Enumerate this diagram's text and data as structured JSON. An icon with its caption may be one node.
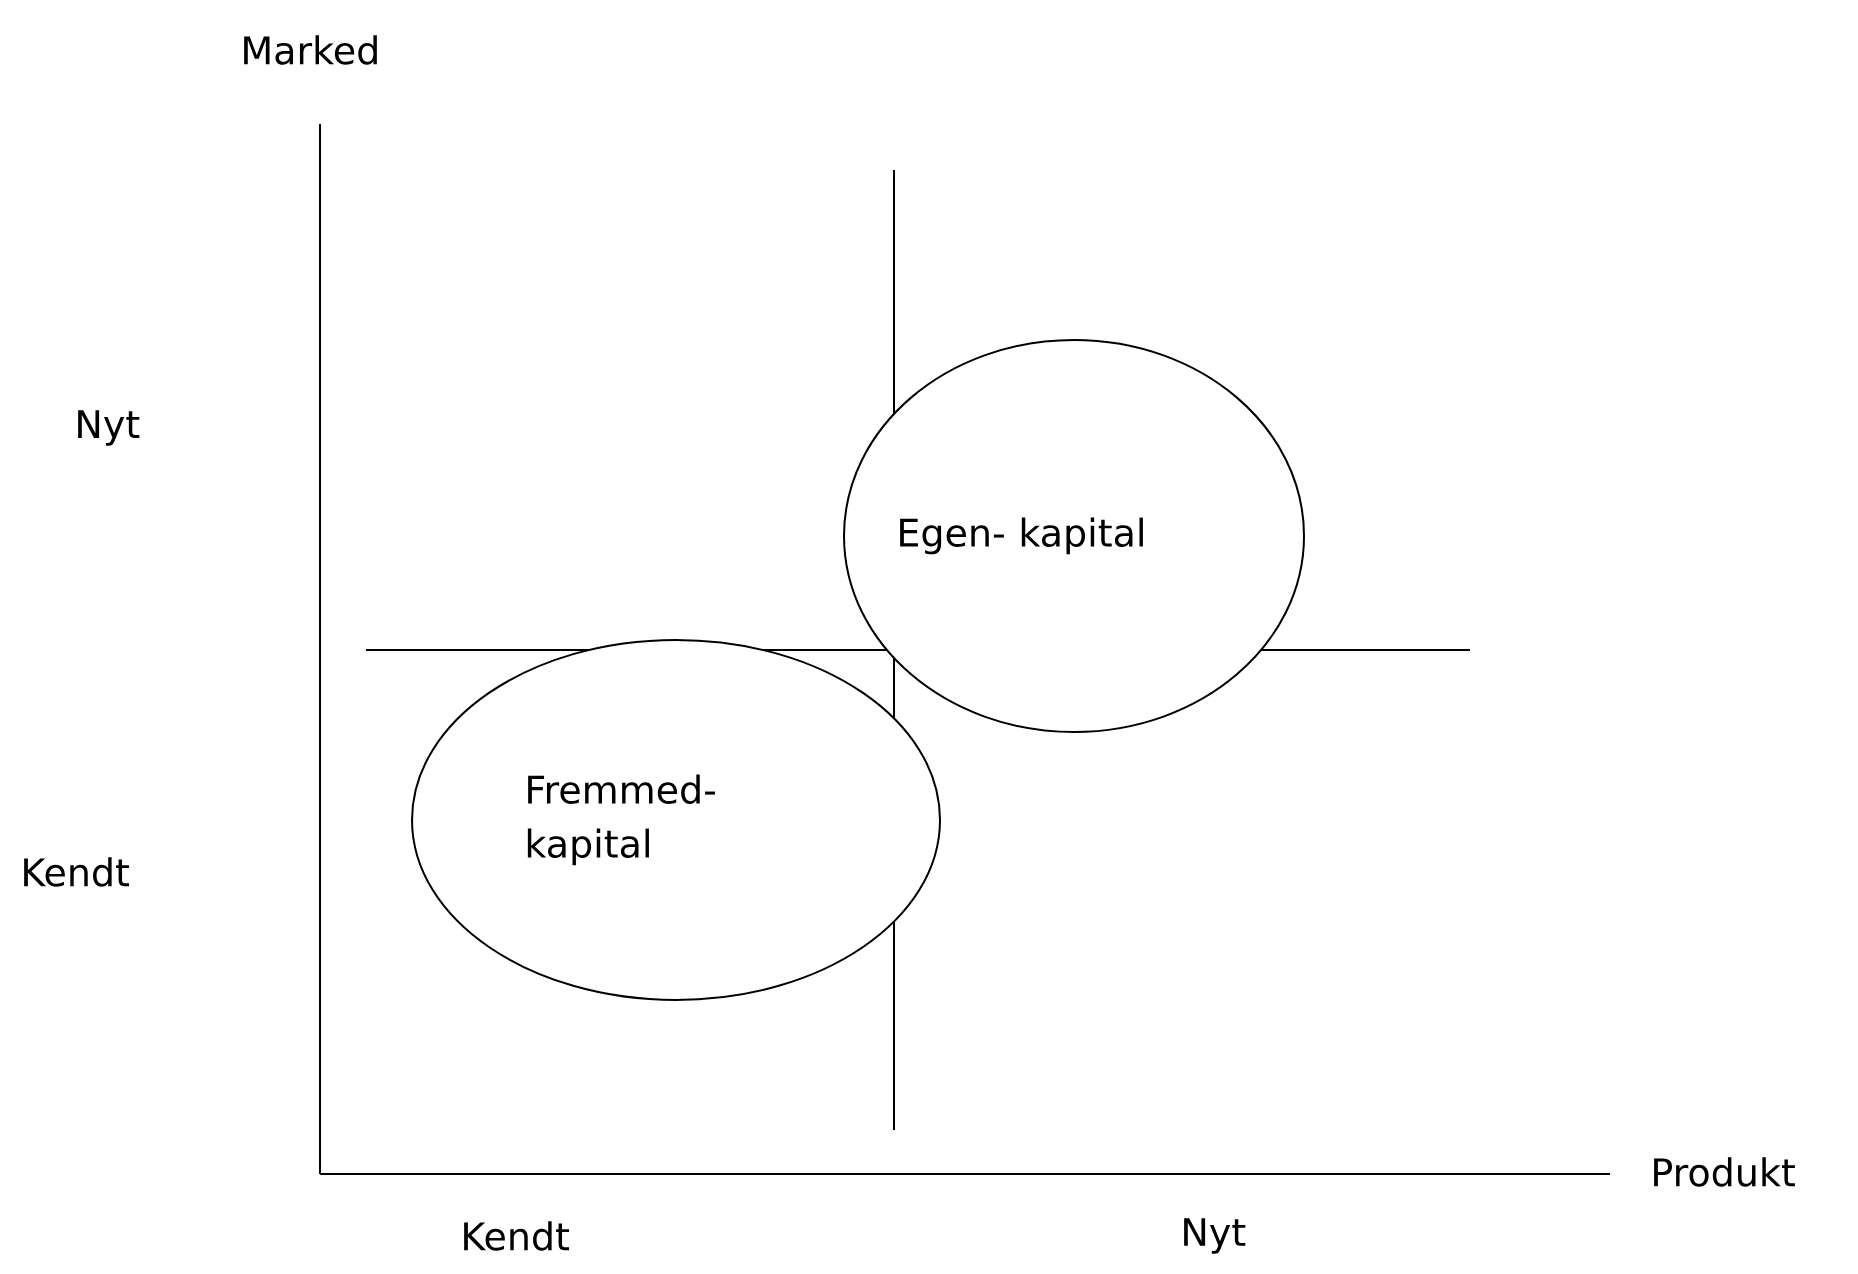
{
  "diagram": {
    "nodes": [
      {
        "text": [
          "Egen- kapital"
        ]
      },
      {
        "text": [
          "Fremmed- kapital"
        ]
      }
    ],
    "labels": [
      "Marked",
      "Nyt",
      "Kendt",
      "Produkt",
      "Kendt",
      "Nyt"
    ]
  }
}
